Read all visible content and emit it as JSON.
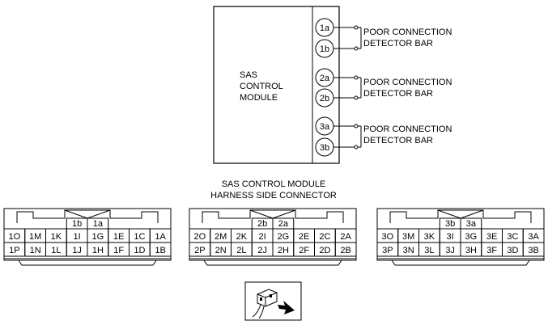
{
  "module": {
    "name_lines": [
      "SAS",
      "CONTROL",
      "MODULE"
    ],
    "terminals": [
      "1a",
      "1b",
      "2a",
      "2b",
      "3a",
      "3b"
    ],
    "bar_label_lines": [
      "POOR CONNECTION",
      "DETECTOR BAR"
    ]
  },
  "harness_caption_lines": [
    "SAS CONTROL MODULE",
    "HARNESS SIDE CONNECTOR"
  ],
  "connectors": [
    {
      "top_pins": [
        "1b",
        "1a"
      ],
      "rows": [
        [
          "1O",
          "1M",
          "1K",
          "1I",
          "1G",
          "1E",
          "1C",
          "1A"
        ],
        [
          "1P",
          "1N",
          "1L",
          "1J",
          "1H",
          "1F",
          "1D",
          "1B"
        ]
      ]
    },
    {
      "top_pins": [
        "2b",
        "2a"
      ],
      "rows": [
        [
          "2O",
          "2M",
          "2K",
          "2I",
          "2G",
          "2E",
          "2C",
          "2A"
        ],
        [
          "2P",
          "2N",
          "2L",
          "2J",
          "2H",
          "2F",
          "2D",
          "2B"
        ]
      ]
    },
    {
      "top_pins": [
        "3b",
        "3a"
      ],
      "rows": [
        [
          "3O",
          "3M",
          "3K",
          "3I",
          "3G",
          "3E",
          "3C",
          "3A"
        ],
        [
          "3P",
          "3N",
          "3L",
          "3J",
          "3H",
          "3F",
          "3D",
          "3B"
        ]
      ]
    }
  ],
  "icons": {
    "probe": "connector-probe-icon"
  }
}
